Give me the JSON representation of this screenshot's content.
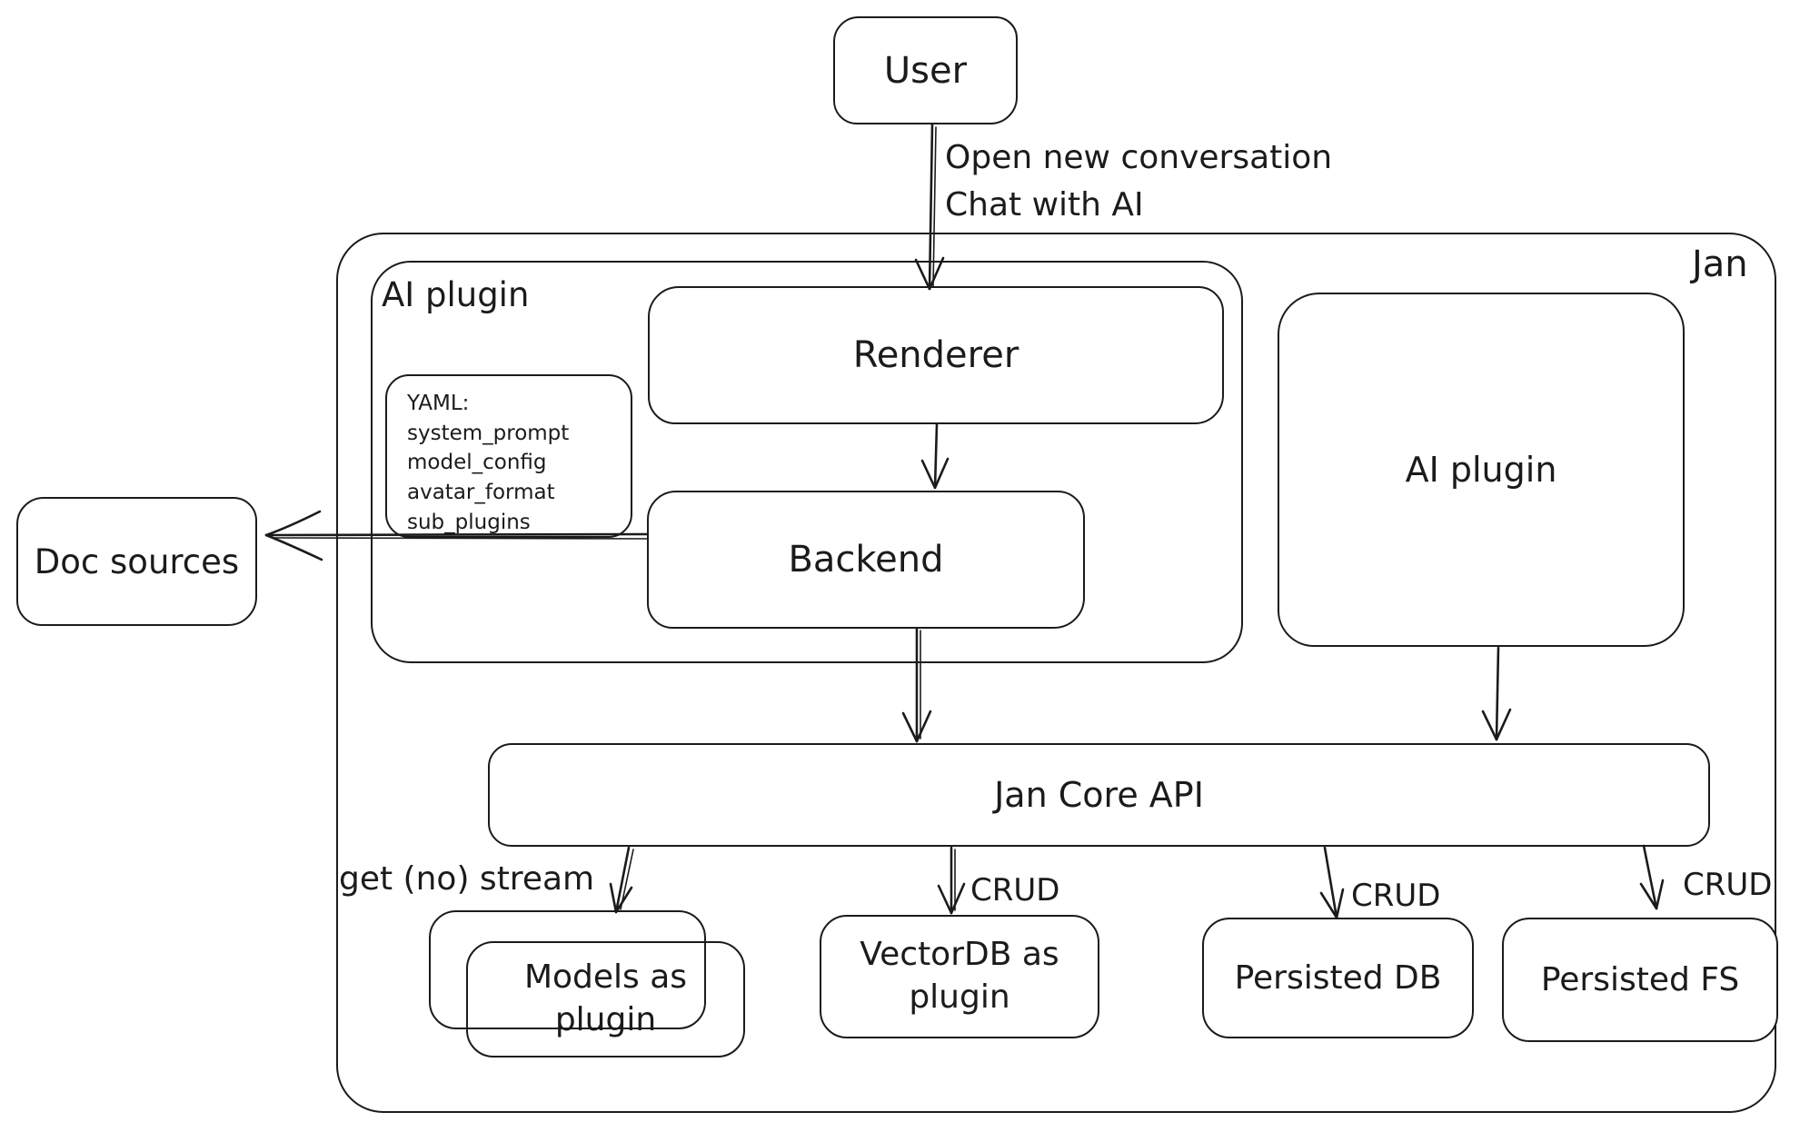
{
  "diagram": {
    "container_label": "Jan",
    "nodes": {
      "user": "User",
      "ai_plugin_group": "AI plugin",
      "renderer": "Renderer",
      "backend": "Backend",
      "ai_plugin": "AI plugin",
      "doc_sources": "Doc sources",
      "jan_core_api": "Jan Core API",
      "models_plugin": "Models as plugin",
      "vectordb_plugin": "VectorDB as plugin",
      "persisted_db": "Persisted DB",
      "persisted_fs": "Persisted FS"
    },
    "yaml_note": {
      "title": "YAML:",
      "lines": [
        "system_prompt",
        "model_config",
        "avatar_format",
        "sub_plugins"
      ]
    },
    "edge_labels": {
      "user_to_renderer": "Open new conversation\nChat with AI",
      "api_to_models": "get (no) stream",
      "api_to_vectordb": "CRUD",
      "api_to_persisted_db": "CRUD",
      "api_to_persisted_fs": "CRUD"
    },
    "colors": {
      "stroke": "#1b1b1b",
      "background": "#ffffff"
    }
  }
}
